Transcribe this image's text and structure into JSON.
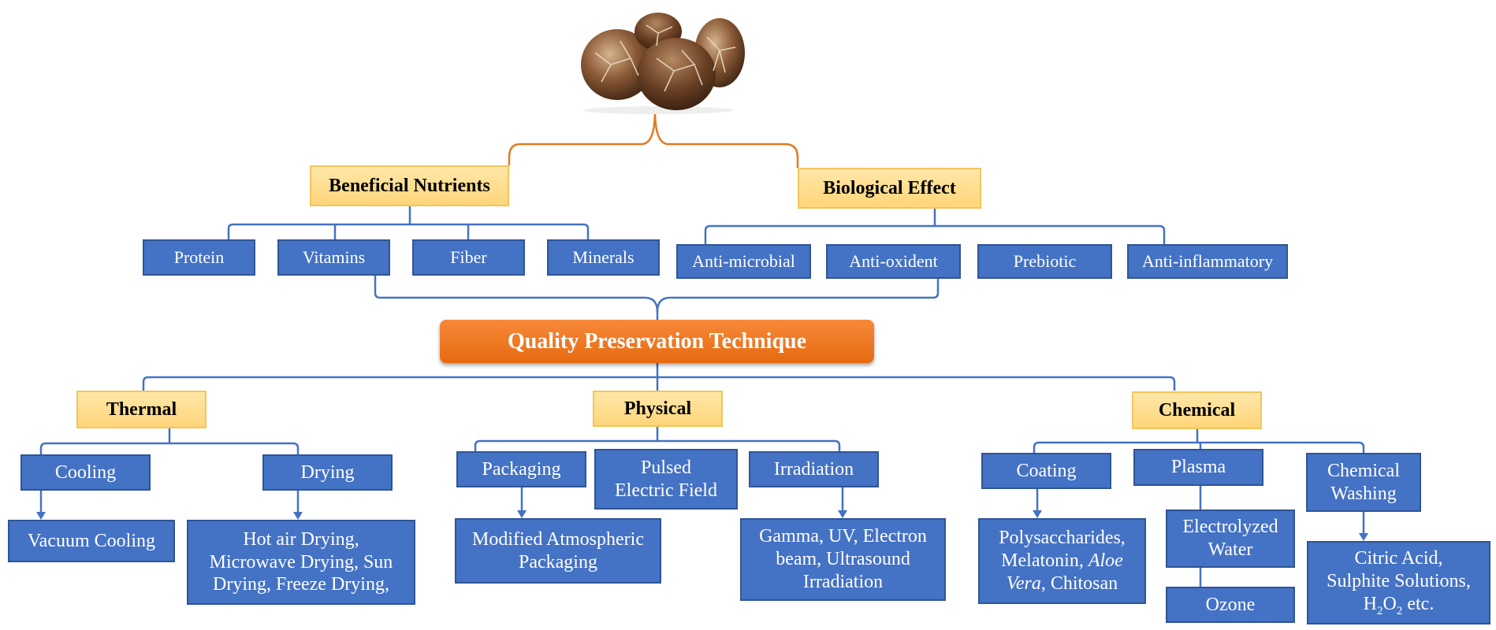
{
  "top_image": "mushroom",
  "colors": {
    "blue_box": "#4472c4",
    "blue_line": "#4472c4",
    "gold_box": "#ffd57a",
    "orange_box": "#ed7d31",
    "orange_line": "#e07b22"
  },
  "benefits": {
    "nutrients": {
      "label": "Beneficial Nutrients",
      "items": [
        "Protein",
        "Vitamins",
        "Fiber",
        "Minerals"
      ]
    },
    "biological": {
      "label": "Biological Effect",
      "items": [
        "Anti-microbial",
        "Anti-oxident",
        "Prebiotic",
        "Anti-inflammatory"
      ]
    }
  },
  "center": {
    "label": "Quality Preservation Technique"
  },
  "thermal": {
    "label": "Thermal",
    "cooling": {
      "label": "Cooling",
      "detail": "Vacuum Cooling"
    },
    "drying": {
      "label": "Drying",
      "detail": [
        "Hot air Drying,",
        "Microwave Drying, Sun",
        "Drying, Freeze Drying,"
      ]
    }
  },
  "physical": {
    "label": "Physical",
    "packaging": {
      "label": "Packaging",
      "detail": [
        "Modified Atmospheric",
        "Packaging"
      ]
    },
    "pef": {
      "label": [
        "Pulsed",
        "Electric Field"
      ]
    },
    "irradiation": {
      "label": "Irradiation",
      "detail": [
        "Gamma, UV, Electron",
        "beam, Ultrasound",
        "Irradiation"
      ]
    }
  },
  "chemical": {
    "label": "Chemical",
    "coating": {
      "label": "Coating",
      "detail": {
        "line1": "Polysaccharides,",
        "line2_plain": "Melatonin,",
        "line2_italic": "Aloe",
        "line3_italic": "Vera,",
        "line3_plain": "Chitosan"
      }
    },
    "plasma": {
      "label": "Plasma",
      "electrolyzed": [
        "Electrolyzed",
        "Water"
      ],
      "ozone": "Ozone"
    },
    "washing": {
      "label": [
        "Chemical",
        "Washing"
      ],
      "detail": {
        "line1": "Citric Acid,",
        "line2": "Sulphite Solutions,",
        "line3_h": "H",
        "line3_sub1": "2",
        "line3_o": "O",
        "line3_sub2": "2",
        "line3_rest": " etc."
      }
    }
  }
}
